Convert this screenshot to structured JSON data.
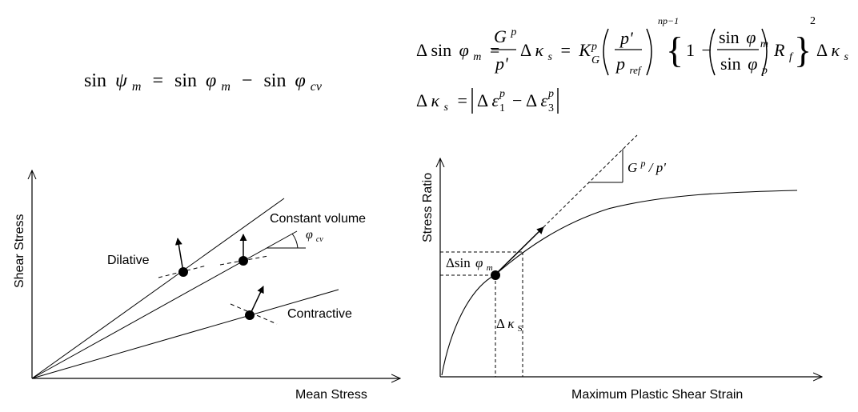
{
  "equations": {
    "dilatancy": {
      "lhs_fn": "sin",
      "lhs_var": "ψ",
      "lhs_sub": "m",
      "eq": "=",
      "t1_fn": "sin",
      "t1_var": "φ",
      "t1_sub": "m",
      "minus": "−",
      "t2_fn": "sin",
      "t2_var": "φ",
      "t2_sub": "cv"
    },
    "hardening": {
      "delta": "Δ",
      "sin": "sin",
      "phi": "φ",
      "sub_m": "m",
      "eq": "=",
      "G": "G",
      "sup_p": "p",
      "p_prime": "p'",
      "kappa": "κ",
      "sub_s": "s",
      "K": "K",
      "sub_G": "G",
      "p_ref": "p",
      "sub_ref": "ref",
      "exponent": "np−1",
      "one": "1",
      "minus": "−",
      "sub_p": "p",
      "R": "R",
      "sub_f": "f",
      "power2": "2"
    },
    "shear_strain_increment": {
      "delta": "Δ",
      "kappa": "κ",
      "sub_s": "s",
      "eq": "=",
      "epsilon": "ε",
      "sub_1": "1",
      "sub_3": "3",
      "sup_p": "p",
      "minus": "−"
    }
  },
  "left_diagram": {
    "ylabel": "Shear Stress",
    "xlabel": "Mean Stress",
    "label_dilative": "Dilative",
    "label_constant_volume": "Constant volume",
    "label_contractive": "Contractive",
    "angle_symbol": "φ",
    "angle_sub": "cv"
  },
  "right_diagram": {
    "ylabel": "Stress Ratio",
    "xlabel": "Maximum Plastic Shear Strain",
    "slope_G": "G",
    "slope_sup": "p",
    "slope_rest": " / p'",
    "dsin_prefix": "Δsin",
    "dsin_phi": "φ",
    "dsin_sub": "m",
    "dkappa_delta": "Δ",
    "dkappa_kappa": "κ",
    "dkappa_sub": "S"
  },
  "colors": {
    "ink": "#000000",
    "background": "#ffffff"
  }
}
